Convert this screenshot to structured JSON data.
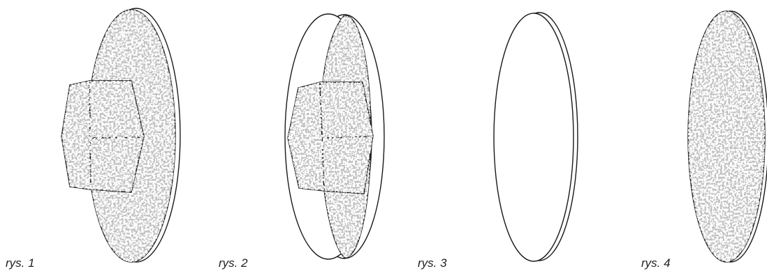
{
  "figures": [
    {
      "id": "1",
      "caption": "rys. 1",
      "shading": "full-disc-with-hexagon"
    },
    {
      "id": "2",
      "caption": "rys. 2",
      "shading": "partial-disc-with-hexagon"
    },
    {
      "id": "3",
      "caption": "rys. 3",
      "shading": "plain-disc"
    },
    {
      "id": "4",
      "caption": "rys. 4",
      "shading": "full-disc"
    }
  ],
  "colors": {
    "outline": "#1a1a1a",
    "fill": "#c0c0c0",
    "speckle": "#ffffff",
    "caption": "#222222",
    "background": "#ffffff"
  }
}
